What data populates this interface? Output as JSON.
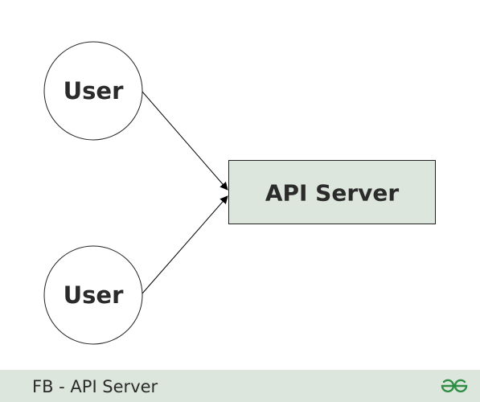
{
  "diagram": {
    "nodes": [
      {
        "id": "user-top",
        "shape": "circle",
        "label": "User"
      },
      {
        "id": "user-bottom",
        "shape": "circle",
        "label": "User"
      },
      {
        "id": "api-server",
        "shape": "rectangle",
        "label": "API Server"
      }
    ],
    "edges": [
      {
        "from": "user-top",
        "to": "api-server",
        "style": "arrow"
      },
      {
        "from": "user-bottom",
        "to": "api-server",
        "style": "arrow"
      }
    ]
  },
  "colors": {
    "server_fill": "#dce6dc",
    "footer_bg": "#dce6dc",
    "brand_green": "#2f8d46",
    "text": "#2b2b2b"
  },
  "footer": {
    "title": "FB - API Server",
    "logo_icon": "geeksforgeeks-logo"
  }
}
